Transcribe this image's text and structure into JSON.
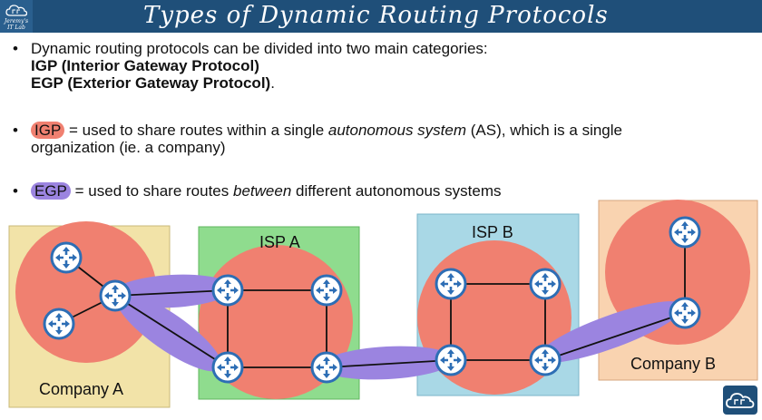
{
  "header": {
    "title": "Types of Dynamic Routing Protocols",
    "logo_line1": "Jeremy's",
    "logo_line2": "IT Lab"
  },
  "bullets": {
    "b1_line1": "Dynamic routing protocols can be divided into two main categories:",
    "b1_line2": "IGP (Interior Gateway Protocol)",
    "b1_line3": "EGP (Exterior Gateway Protocol)",
    "b1_line3_end": ".",
    "b2_tag": "IGP",
    "b2_part1": " = used to share routes within a single ",
    "b2_italic": "autonomous system",
    "b2_part2": " (AS), which is a single",
    "b2_line2": "organization (ie. a company)",
    "b3_tag": "EGP",
    "b3_part1": " = used to share routes ",
    "b3_italic": "between",
    "b3_part2": " different autonomous systems"
  },
  "diagram": {
    "company_a": "Company A",
    "isp_a": "ISP A",
    "isp_b": "ISP B",
    "company_b": "Company B"
  },
  "colors": {
    "header": "#1f4f79",
    "igp_red": "#f08070",
    "egp_purple": "#9b84e0",
    "company_a_bg": "#f2e3a8",
    "isp_a_bg": "#8fdc8e",
    "isp_b_bg": "#a9d8e6",
    "company_b_bg": "#f9d3b0",
    "router": "#2d6eb5"
  }
}
